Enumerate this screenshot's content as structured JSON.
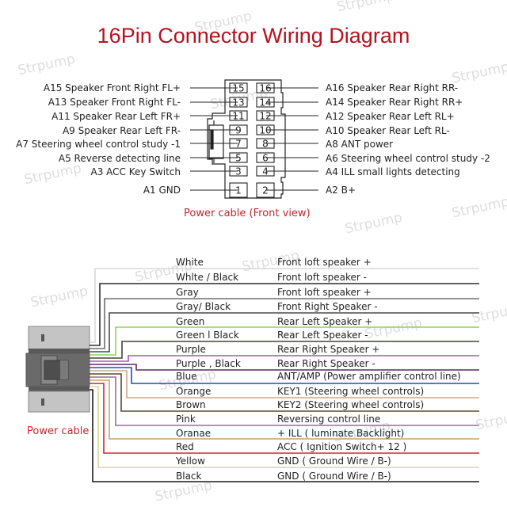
{
  "title": "16Pin Connector Wiring Diagram",
  "watermark": "Strpump",
  "connector": {
    "caption": "Power cable  (Front view)",
    "left_pins": [
      {
        "pin": "15",
        "label": "A15 Speaker Front Right FL+"
      },
      {
        "pin": "13",
        "label": "A13 Speaker Front Right FL-"
      },
      {
        "pin": "11",
        "label": "A11 Speaker Rear Left FR+"
      },
      {
        "pin": "9",
        "label": "A9 Speaker Rear Left FR-"
      },
      {
        "pin": "7",
        "label": "A7 Steering wheel control study -1"
      },
      {
        "pin": "5",
        "label": "A5 Reverse detecting line"
      },
      {
        "pin": "3",
        "label": "A3 ACC Key Switch"
      },
      {
        "pin": "1",
        "label": "A1 GND"
      }
    ],
    "right_pins": [
      {
        "pin": "16",
        "label": "A16 Speaker Rear Right RR-"
      },
      {
        "pin": "14",
        "label": "A14 Speaker Rear Right RR+"
      },
      {
        "pin": "12",
        "label": "A12 Speaker Rear Left RL+"
      },
      {
        "pin": "10",
        "label": "A10 Speaker Rear Left RL-"
      },
      {
        "pin": "8",
        "label": "A8 ANT power"
      },
      {
        "pin": "6",
        "label": "A6 Steering wheel control study -2"
      },
      {
        "pin": "4",
        "label": "A4 ILL small lights detecting"
      },
      {
        "pin": "2",
        "label": "A2 B+"
      }
    ]
  },
  "harness": {
    "label": "Power cable",
    "wires": [
      {
        "color_name": "White",
        "function": "Front loft speaker +",
        "stroke": "#d8d8d8"
      },
      {
        "color_name": "Whlte / Black",
        "function": "Front loft speaker -",
        "stroke": "#2b2b2b"
      },
      {
        "color_name": "Gray",
        "function": "Front loft speaker +",
        "stroke": "#6e6e6e"
      },
      {
        "color_name": "Gray/ Black",
        "function": "Front Right Speaker -",
        "stroke": "#4a4a4a"
      },
      {
        "color_name": "Green",
        "function": "Rear Left Speaker +",
        "stroke": "#8fd45a"
      },
      {
        "color_name": "Green l Black",
        "function": "Rear Left Speaker -",
        "stroke": "#3a4a30"
      },
      {
        "color_name": "Purple",
        "function": "Rear Right Speaker +",
        "stroke": "#b050b8"
      },
      {
        "color_name": "Purple , Black",
        "function": "Rear Right Speaker -",
        "stroke": "#5a2a60"
      },
      {
        "color_name": "Blue",
        "function": "ANT/AMP  (Power amplifier control line)",
        "stroke": "#2a4aa8"
      },
      {
        "color_name": "Orange",
        "function": "KEY1  (Steering wheel controls)",
        "stroke": "#c9a88a"
      },
      {
        "color_name": "Brown",
        "function": "KEY2  (Steering wheel controls)",
        "stroke": "#5a4a2a"
      },
      {
        "color_name": "Pink",
        "function": "Reversing control line",
        "stroke": "#9a6a9a"
      },
      {
        "color_name": "Oranae",
        "function": "+ ILL ( luminate Backlight)",
        "stroke": "#c8a070"
      },
      {
        "color_name": "Red",
        "function": "ACC ( Ignition Switch+ 12 )",
        "stroke": "#c8283a"
      },
      {
        "color_name": "Yellow",
        "function": "GND ( Ground Wire / B-)",
        "stroke": "#d8d890"
      },
      {
        "color_name": "Black",
        "function": "GND ( Ground Wire / B-)",
        "stroke": "#1a1a1a"
      }
    ]
  }
}
